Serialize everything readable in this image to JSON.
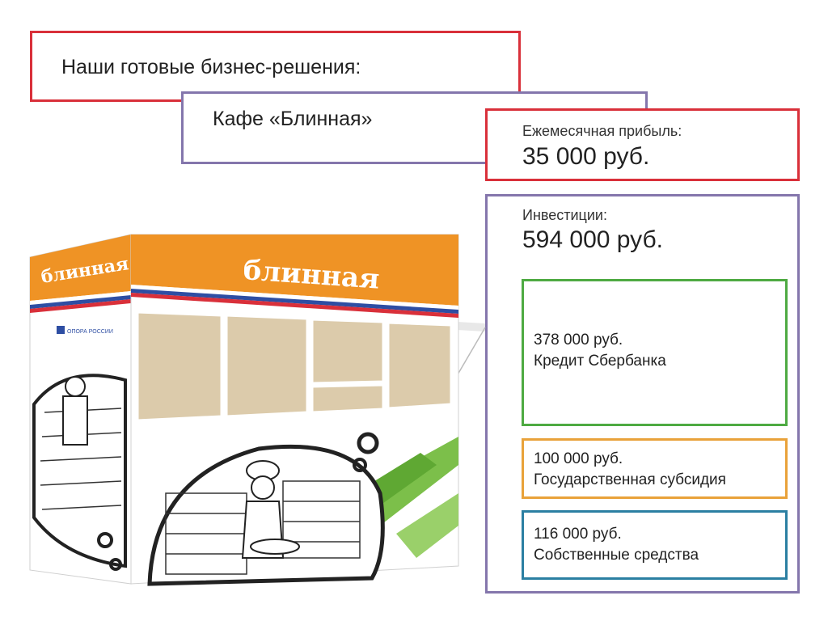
{
  "header": {
    "title": "Наши готовые бизнес-решения:"
  },
  "business": {
    "name": "Кафе «Блинная»"
  },
  "profit": {
    "label": "Ежемесячная прибыль:",
    "value": "35 000 руб."
  },
  "investment": {
    "label": "Инвестиции:",
    "value": "594 000 руб.",
    "sources": [
      {
        "amount": "378 000 руб.",
        "label": "Кредит Сбербанка",
        "color": "#4eaa42"
      },
      {
        "amount": "100 000 руб.",
        "label": "Государственная субсидия",
        "color": "#e9a23a"
      },
      {
        "amount": "116 000 руб.",
        "label": "Собственные средства",
        "color": "#2b7fa2"
      }
    ]
  },
  "kiosk": {
    "front_sign": "блинная",
    "side_sign": "блинная",
    "side_logo": "ОПОРА РОССИИ",
    "colors": {
      "roof": "#ef9325",
      "flag_white": "#ffffff",
      "flag_blue": "#2e4ea3",
      "flag_red": "#d9303a",
      "panel": "#dccbab",
      "stripe": "#7cbf4a"
    }
  }
}
